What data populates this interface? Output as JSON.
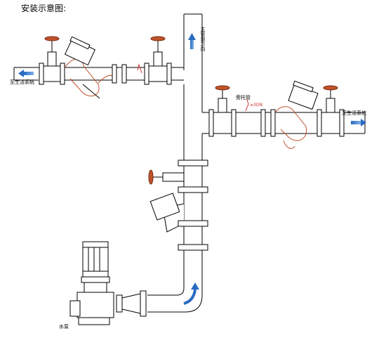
{
  "title": "安装示意图:",
  "labels": {
    "system_left": "至生活系统",
    "system_right": "至生活系统",
    "main_direction": "主管道方向",
    "bypass_pipe": "旁托管",
    "bypass_size": "≥3DN",
    "pump": "水泵"
  },
  "colors": {
    "pipe_line": "#000000",
    "valve_outline": "#c0522a",
    "flow_arrow": "#3a7fd0",
    "annotation": "#cc3333"
  },
  "icons": [
    "flow-arrow-icon",
    "gate-valve-icon",
    "filter-valve-icon",
    "pump-icon",
    "flange-icon"
  ]
}
